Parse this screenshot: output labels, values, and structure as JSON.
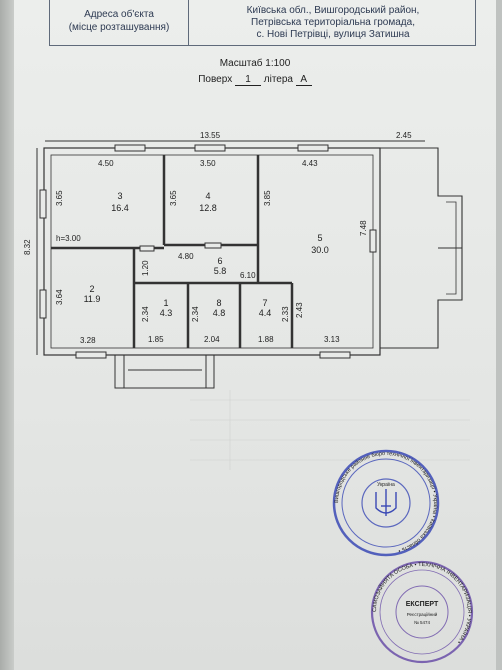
{
  "header": {
    "left_line1": "Адреса об'єкта",
    "left_line2": "(місце розташування)",
    "right_line1": "Київська обл., Вишгородський район,",
    "right_line2": "Петрівська територіальна громада,",
    "right_line3": "с. Нові Петрівці, вулиця Затишна"
  },
  "scale": "Масштаб 1:100",
  "floor": {
    "label": "Поверх",
    "value": "1",
    "litera_label": "літера",
    "litera_value": "А"
  },
  "dimensions": {
    "total_width": "13.55",
    "annex_width": "2.45",
    "total_height": "8.32",
    "ceiling_height": "h=3.00",
    "room3_width": "4.50",
    "room3_height": "3.65",
    "room4_width": "3.50",
    "room4_height": "3.65",
    "room5_width": "4.43",
    "room5_height": "3.85",
    "room5_side": "7.48",
    "room6_width": "4.80",
    "room6_height": "1.20",
    "corridor_width": "6.10",
    "room2_height": "3.64",
    "room2_width": "3.28",
    "room1_height": "2.34",
    "room1_width": "1.85",
    "room8_height": "2.34",
    "room8_width": "2.04",
    "room7_height": "2.33",
    "room7_width": "1.88",
    "room5_lower_height": "2.43",
    "room5_lower_width": "3.13"
  },
  "rooms": [
    {
      "num": "1",
      "area": "4.3"
    },
    {
      "num": "2",
      "area": "11.9"
    },
    {
      "num": "3",
      "area": "16.4"
    },
    {
      "num": "4",
      "area": "12.8"
    },
    {
      "num": "5",
      "area": "30.0"
    },
    {
      "num": "6",
      "area": "5.8"
    },
    {
      "num": "7",
      "area": "4.4"
    },
    {
      "num": "8",
      "area": "4.8"
    }
  ],
  "stamp1": {
    "center_label": "Україна",
    "ring_text": "Вишгородське районне бюро технічної інвентаризації • Україна • Київська область •"
  },
  "stamp2": {
    "center_line1": "ЕКСПЕРТ",
    "center_line2": "Реєстраційний",
    "center_line3": "№ 5474",
    "ring_text": "САМОЗАЙНЯТА ОСОБА • ТЕХНІЧНА ІНВЕНТАРИЗАЦІЯ • УКРАЇНА •"
  },
  "colors": {
    "paper": "#e8eae8",
    "ink": "#222222",
    "header_ink": "#2d3a52",
    "stamp_blue": "#3a49b5",
    "stamp_purple": "#6a4fa8"
  }
}
